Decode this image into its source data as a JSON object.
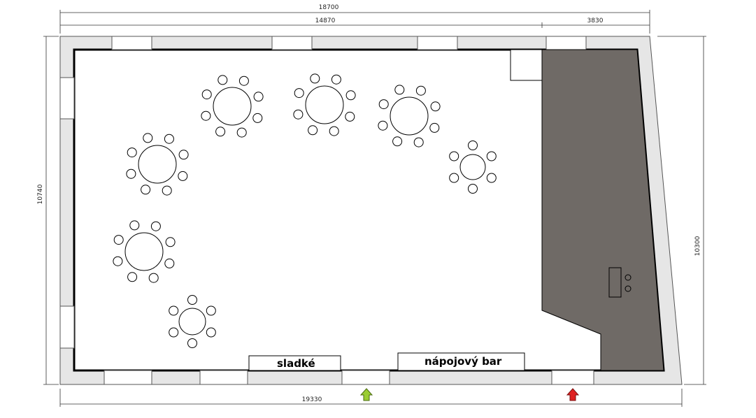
{
  "dimensions": {
    "top_total": "18700",
    "top_left": "14870",
    "top_right": "3830",
    "left": "10740",
    "right": "10300",
    "bottom": "19330"
  },
  "labels": {
    "sweets": "sladké",
    "drinks_bar": "nápojový bar"
  },
  "colors": {
    "wall": "#e6e6e6",
    "stage": "#6f6a66",
    "outline": "#000000",
    "entrance_arrow": "#9acd32",
    "exit_arrow": "#e02020"
  },
  "icons": [
    "entrance-arrow-icon",
    "exit-arrow-icon"
  ]
}
